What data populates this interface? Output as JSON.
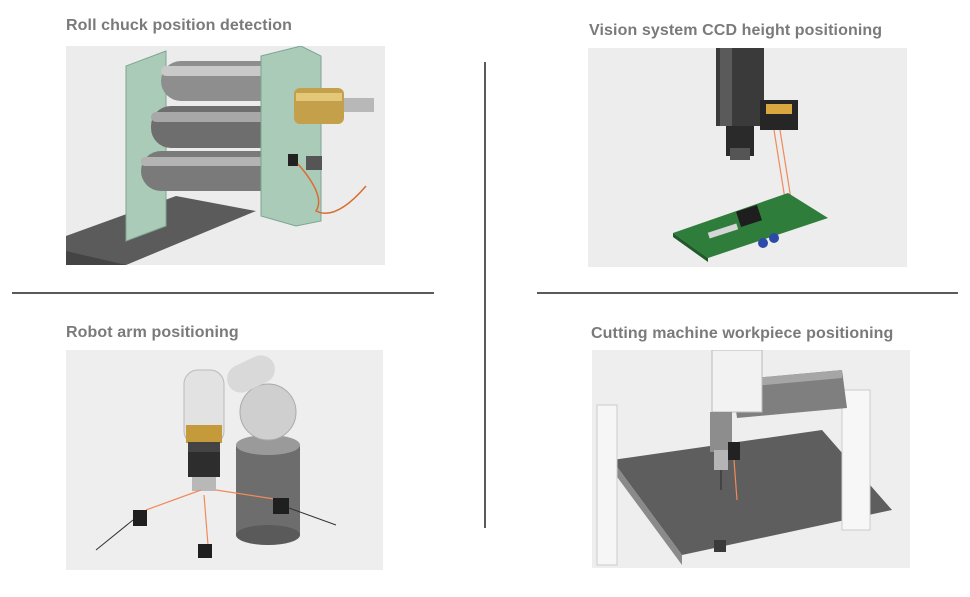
{
  "panels": {
    "roll_chuck": {
      "caption": "Roll chuck position detection"
    },
    "vision_ccd": {
      "caption": "Vision system CCD height positioning"
    },
    "robot_arm": {
      "caption": "Robot arm positioning"
    },
    "cutting_machine": {
      "caption": "Cutting machine workpiece positioning"
    }
  },
  "colors": {
    "caption": "#7a7a7a",
    "divider": "#5a5a5a",
    "laser": "#f08a5a",
    "pcb_green": "#2f7d3b",
    "machine_green": "#a9cbb8"
  }
}
